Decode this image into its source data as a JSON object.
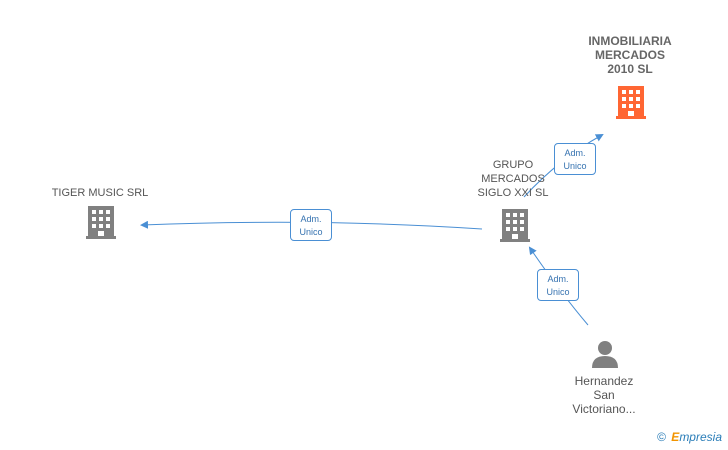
{
  "colors": {
    "company": "#808080",
    "highlight": "#ff6633",
    "person": "#808080",
    "edge": "#4a8fd4"
  },
  "nodes": {
    "inmobiliaria": {
      "lines": [
        "INMOBILIARIA",
        "MERCADOS",
        "2010 SL"
      ],
      "icon": "building-icon"
    },
    "grupo": {
      "lines": [
        "GRUPO",
        "MERCADOS",
        "SIGLO XXI SL"
      ],
      "icon": "building-icon"
    },
    "tiger": {
      "lines": [
        "TIGER MUSIC SRL"
      ],
      "icon": "building-icon"
    },
    "hernandez": {
      "lines": [
        "Hernandez",
        "San",
        "Victoriano..."
      ],
      "icon": "person-icon"
    }
  },
  "edges": [
    {
      "from": "grupo",
      "to": "tiger",
      "label": [
        "Adm.",
        "Unico"
      ]
    },
    {
      "from": "grupo",
      "to": "inmobiliaria",
      "label": [
        "Adm.",
        "Unico"
      ]
    },
    {
      "from": "hernandez",
      "to": "grupo",
      "label": [
        "Adm.",
        "Unico"
      ]
    }
  ],
  "brand": {
    "copyright": "©",
    "name_initial": "E",
    "name_rest": "mpresia"
  }
}
